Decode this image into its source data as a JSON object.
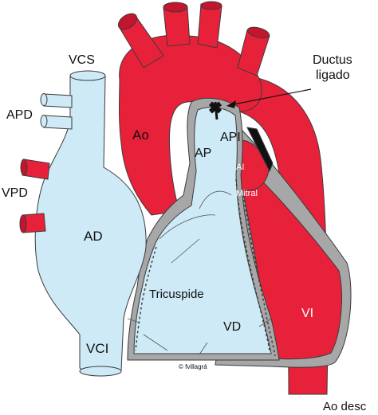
{
  "labels": {
    "vcs": "VCS",
    "apd": "APD",
    "vpd": "VPD",
    "ad": "AD",
    "vci": "VCI",
    "ao": "Ao",
    "ap": "AP",
    "api": "API",
    "ai": "AI",
    "mitral": "Mitral",
    "tricuspide": "Tricuspide",
    "vd": "VD",
    "vi": "VI",
    "ductus_line1": "Ductus",
    "ductus_line2": "ligado",
    "ao_desc": "Ao desc",
    "copyright": "© fvillagrá"
  },
  "colors": {
    "red": "#e8213b",
    "red_dark": "#c4152e",
    "blue": "#cdeaf6",
    "outline": "#3a3a3a",
    "wall": "#a7a7a7",
    "black": "#111111"
  }
}
